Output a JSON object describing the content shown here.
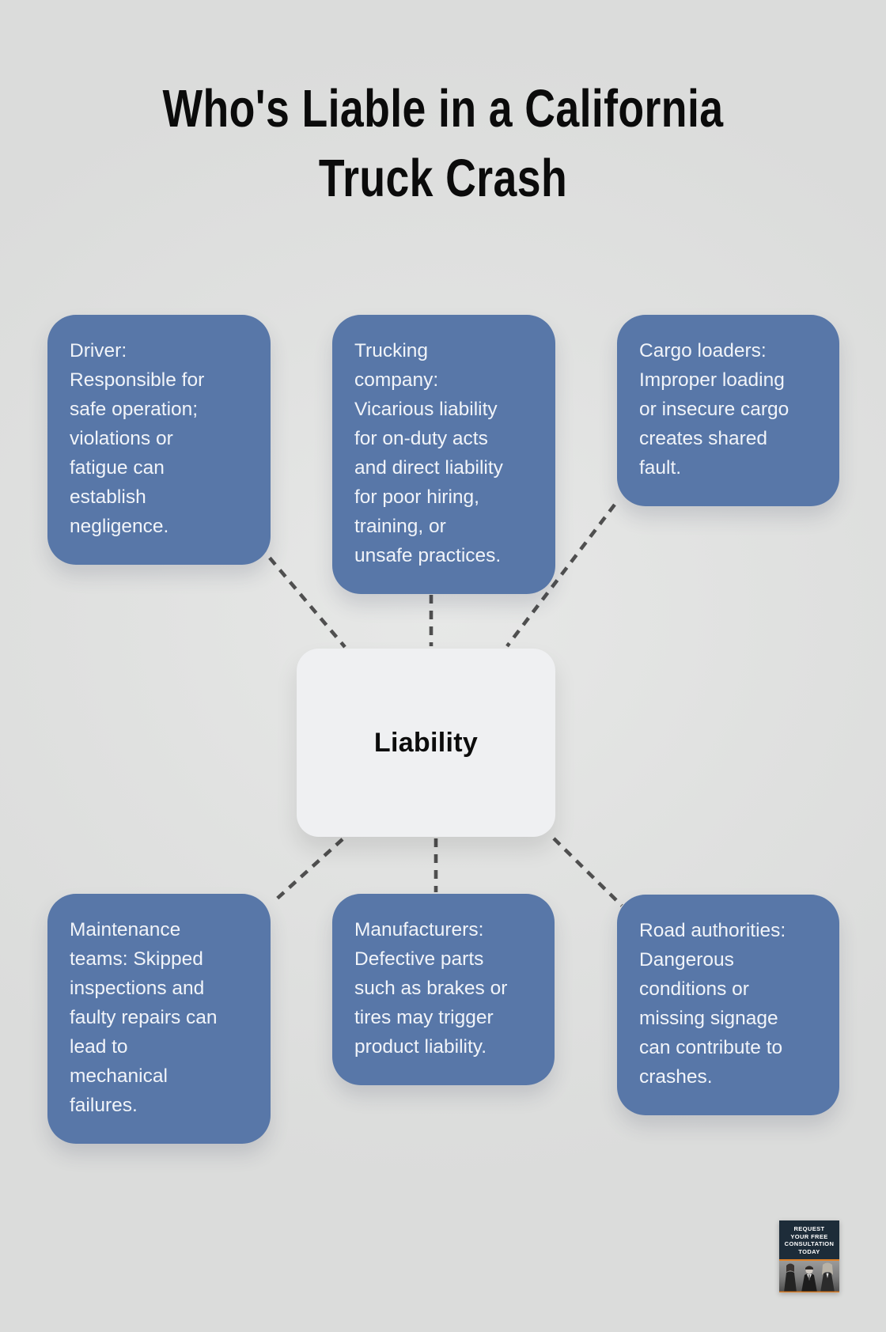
{
  "title": {
    "line1": "Who's Liable in a California",
    "line2": "Truck Crash"
  },
  "center": {
    "label": "Liability"
  },
  "nodes": [
    {
      "id": "driver",
      "text": "Driver:\nResponsible for\nsafe operation;\nviolations or\nfatigue can\nestablish\nnegligence."
    },
    {
      "id": "trucking-company",
      "text": "Trucking\ncompany:\nVicarious liability\nfor on-duty acts\nand direct liability\nfor poor hiring,\ntraining, or\nunsafe practices."
    },
    {
      "id": "cargo-loaders",
      "text": "Cargo loaders:\nImproper loading\nor insecure cargo\ncreates shared\nfault."
    },
    {
      "id": "maintenance-teams",
      "text": "Maintenance\nteams: Skipped\ninspections and\nfaulty repairs can\nlead to\nmechanical\nfailures."
    },
    {
      "id": "manufacturers",
      "text": "Manufacturers:\nDefective parts\nsuch as brakes or\ntires may trigger\nproduct liability."
    },
    {
      "id": "road-authorities",
      "text": "Road authorities:\nDangerous\nconditions or\nmissing signage\ncan contribute to\ncrashes."
    }
  ],
  "badge": {
    "lines": [
      "REQUEST",
      "YOUR FREE",
      "CONSULTATION",
      "TODAY"
    ]
  },
  "colors": {
    "background": "#dfe0df",
    "node_blue": "#5877a8",
    "node_text": "#f1f4f9",
    "center_box": "#eff0f2",
    "connector_gray": "#4f4f4f",
    "title_text": "#0b0b0b",
    "badge_navy": "#1d2c39",
    "badge_orange": "#e08127"
  }
}
